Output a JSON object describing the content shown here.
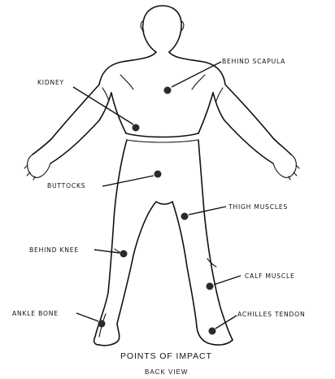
{
  "labels": {
    "behind_scapula": "BEHIND SCAPULA",
    "kidney": "KIDNEY",
    "buttocks": "BUTTOCKS",
    "thigh_muscles": "THIGH MUSCLES",
    "behind_knee": "BEHIND KNEE",
    "calf_muscle": "CALF MUSCLE",
    "ankle_bone": "ANKLE BONE",
    "achilles_tendon": "ACHILLES TENDON"
  },
  "caption": {
    "title": "POINTS OF IMPACT",
    "subtitle": "BACK VIEW"
  },
  "colors": {
    "line": "#111111",
    "dot": "#2a2a2a"
  }
}
